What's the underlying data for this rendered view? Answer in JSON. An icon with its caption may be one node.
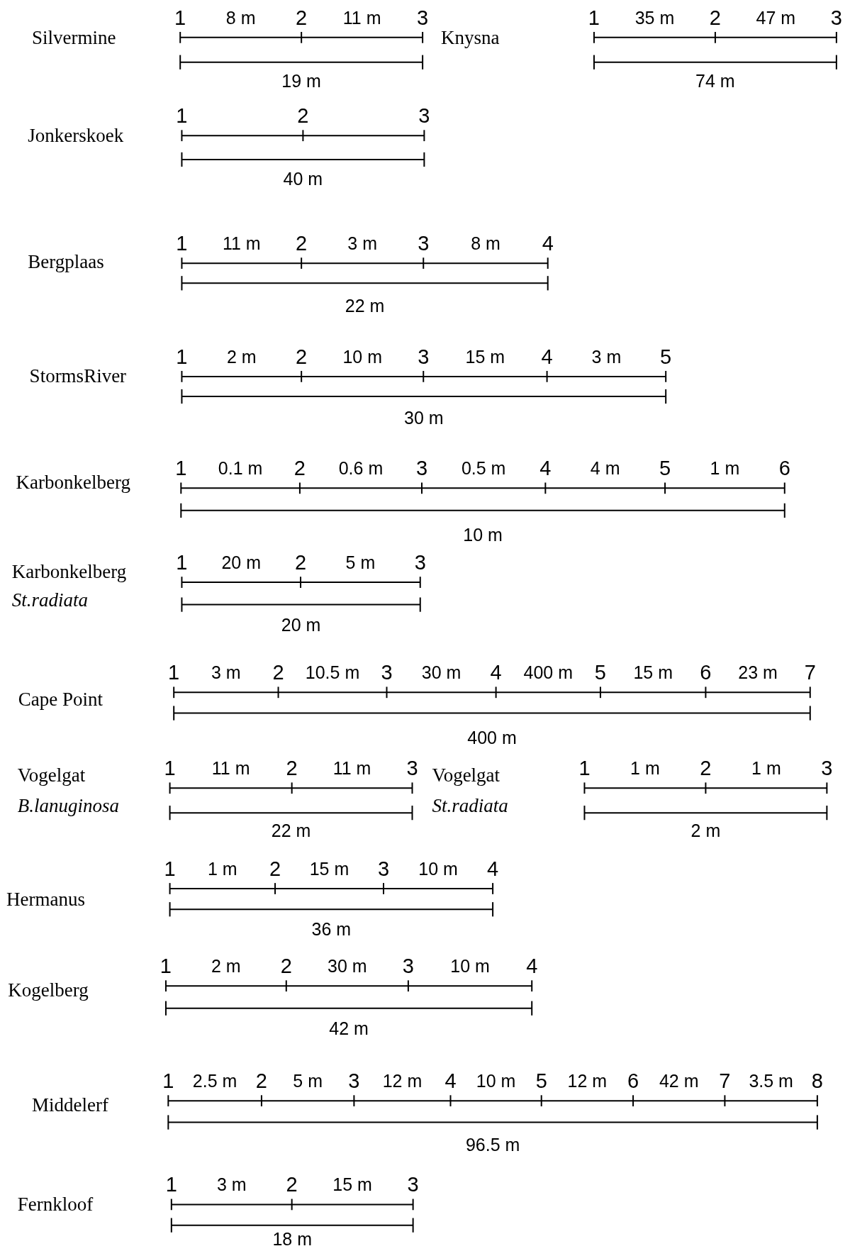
{
  "diagram": {
    "labels": [
      "Silvermine",
      "1",
      "8 m",
      "2",
      "11 m",
      "3",
      "19 m",
      "Knysna",
      "1",
      "35 m",
      "2",
      "47 m",
      "3",
      "74 m",
      "Jonkerskoek",
      "1",
      "2",
      "3",
      "40 m",
      "Bergplaas",
      "1",
      "11 m",
      "2",
      "3 m",
      "3",
      "8 m",
      "4",
      "22 m",
      "StormsRiver",
      "1",
      "2 m",
      "2",
      "10 m",
      "3",
      "15 m",
      "4",
      "3 m",
      "5",
      "30 m",
      "Karbonkelberg",
      "1",
      "0.1 m",
      "2",
      "0.6 m",
      "3",
      "0.5 m",
      "4",
      "4 m",
      "5",
      "1 m",
      "6",
      "10 m",
      "Karbonkelberg",
      "St.radiata",
      "1",
      "20 m",
      "2",
      "5 m",
      "3",
      "20 m",
      "Cape Point",
      "1",
      "3 m",
      "2",
      "10.5 m",
      "3",
      "30 m",
      "4",
      "400 m",
      "5",
      "15 m",
      "6",
      "23 m",
      "7",
      "400 m",
      "Vogelgat",
      "B.lanuginosa",
      "1",
      "11 m",
      "2",
      "11 m",
      "3",
      "22 m",
      "Vogelgat",
      "St.radiata",
      "1",
      "1 m",
      "2",
      "1 m",
      "3",
      "2 m",
      "Hermanus",
      "1",
      "1 m",
      "2",
      "15 m",
      "3",
      "10 m",
      "4",
      "36 m",
      "Kogelberg",
      "1",
      "2 m",
      "2",
      "30 m",
      "3",
      "10 m",
      "4",
      "42 m",
      "Middelerf",
      "1",
      "2.5 m",
      "2",
      "5 m",
      "3",
      "12 m",
      "4",
      "10 m",
      "5",
      "12 m",
      "6",
      "42 m",
      "7",
      "3.5 m",
      "8",
      "96.5 m",
      "Fernkloof",
      "1",
      "3 m",
      "2",
      "15 m",
      "3",
      "18 m"
    ]
  }
}
